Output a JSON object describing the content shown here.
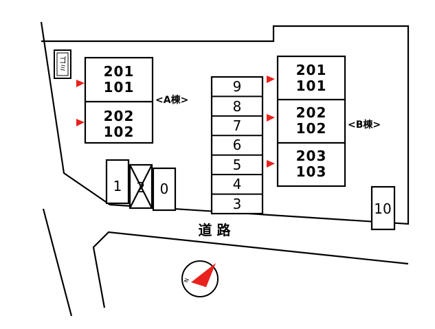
{
  "site_map": {
    "garbage_label": "ゴミ",
    "road_label": "道 路",
    "building_a": {
      "label": "<A棟>",
      "units": [
        {
          "upper": "201",
          "lower": "101"
        },
        {
          "upper": "202",
          "lower": "102"
        }
      ]
    },
    "building_b": {
      "label": "<B棟>",
      "units": [
        {
          "upper": "201",
          "lower": "101"
        },
        {
          "upper": "202",
          "lower": "102"
        },
        {
          "upper": "203",
          "lower": "103"
        }
      ]
    },
    "parking_column": [
      "9",
      "8",
      "7",
      "6",
      "5",
      "4",
      "3"
    ],
    "parking_row_left": [
      "1",
      "2",
      "0"
    ],
    "parking_crossed": "2",
    "parking_right": "10",
    "compass_letter": "N",
    "colors": {
      "line": "#000000",
      "arrow": "#e8211d"
    }
  }
}
